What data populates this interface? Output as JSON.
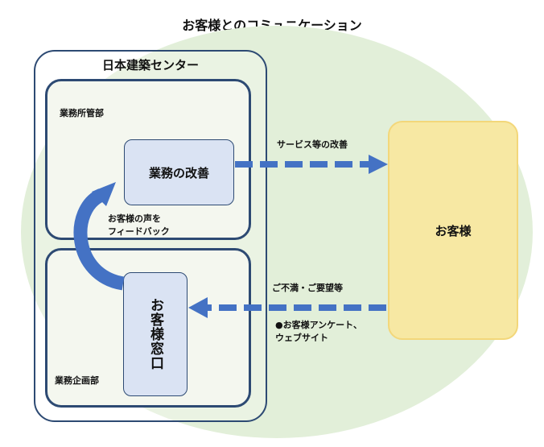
{
  "title": "お客様とのコミュニケーション",
  "center": {
    "title": "日本建築センター",
    "dept_business": "業務所管部",
    "dept_planning": "業務企画部",
    "improvement_box": "業務の改善",
    "customer_window": "お客様窓口"
  },
  "customer": "お客様",
  "labels": {
    "service_improvement": "サービス等の改善",
    "complaints": "ご不満・ご要望等",
    "survey_line1": "●お客様アンケート、",
    "survey_line2": "ウェブサイト",
    "feedback_line1": "お客様の声を",
    "feedback_line2": "フィードバック"
  },
  "colors": {
    "ellipse": "#e2efd9",
    "arrow": "#4472c4",
    "border": "#2d4a73",
    "inner_box": "#dae3f3",
    "customer_box": "#f7e8a3"
  }
}
